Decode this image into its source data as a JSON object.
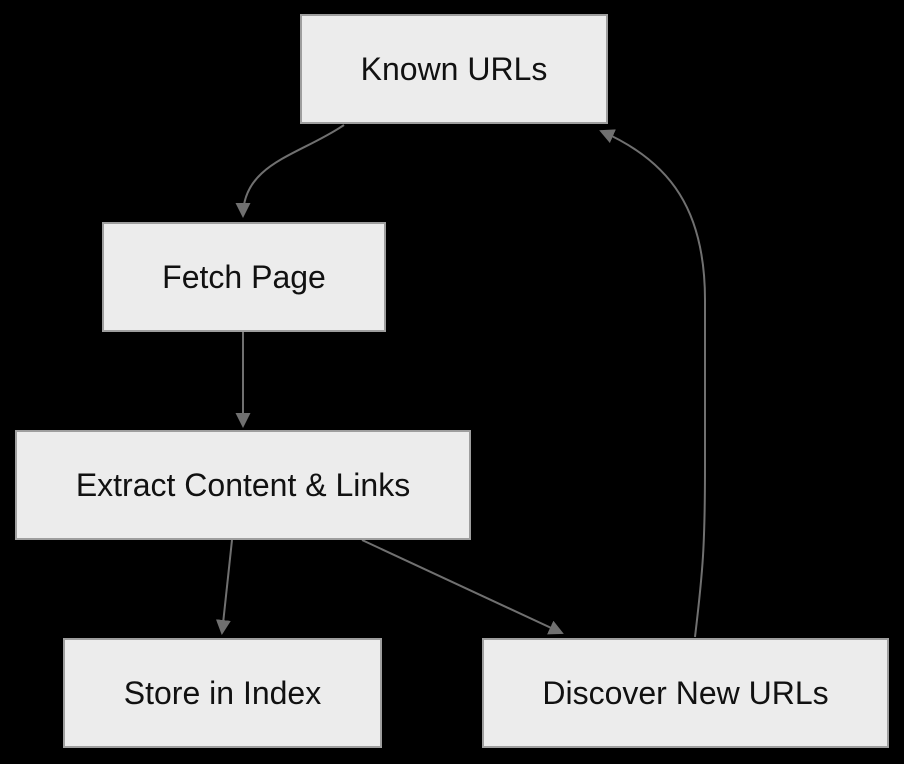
{
  "diagram": {
    "type": "flowchart",
    "background_color": "#000000",
    "node_fill_color": "#ececec",
    "node_border_color": "#9e9e9e",
    "edge_color": "#707070",
    "text_color": "#111111",
    "nodes": [
      {
        "id": "known-urls",
        "label": "Known URLs"
      },
      {
        "id": "fetch-page",
        "label": "Fetch Page"
      },
      {
        "id": "extract-content-links",
        "label": "Extract Content & Links"
      },
      {
        "id": "store-in-index",
        "label": "Store in Index"
      },
      {
        "id": "discover-new-urls",
        "label": "Discover New URLs"
      }
    ],
    "edges": [
      {
        "from": "known-urls",
        "to": "fetch-page"
      },
      {
        "from": "fetch-page",
        "to": "extract-content-links"
      },
      {
        "from": "extract-content-links",
        "to": "store-in-index"
      },
      {
        "from": "extract-content-links",
        "to": "discover-new-urls"
      },
      {
        "from": "discover-new-urls",
        "to": "known-urls"
      }
    ]
  }
}
